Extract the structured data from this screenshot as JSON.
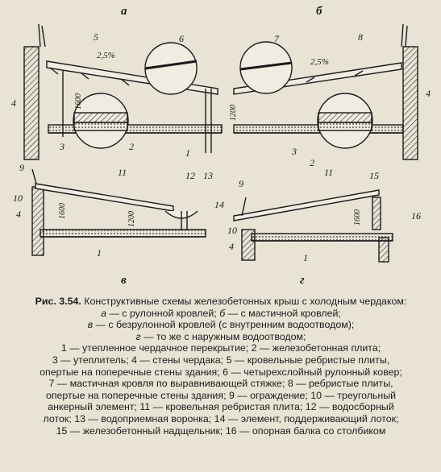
{
  "figure": {
    "sub_labels": {
      "a": "а",
      "b": "б",
      "v": "в",
      "g": "г"
    },
    "slope_a": "2,5%",
    "slope_b": "2,5%",
    "dim_a": "1600",
    "dim_b": "1200",
    "dim_v1": "1600",
    "dim_v2": "1200",
    "dim_g": "1600",
    "numbers": [
      "1",
      "2",
      "3",
      "4",
      "5",
      "6",
      "7",
      "8",
      "9",
      "10",
      "11",
      "12",
      "13",
      "14",
      "15",
      "16"
    ]
  },
  "caption": {
    "fig_no": "Рис. 3.54.",
    "title": " Конструктивные схемы железобетонных крыш с холодным чердаком:",
    "l1a": "а",
    "l1b": " — с рулонной кровлей; ",
    "l1c": "б",
    "l1d": " — с мастичной кровлей;",
    "l2a": "в",
    "l2b": " — с безрулонной кровлей (с внутренним водоотводом);",
    "l3a": "г",
    "l3b": " — то же с наружным водоотводом;",
    "l4": "1 — утепленное чердачное перекрытие; 2 — железобетонная плита;",
    "l5": "3 — утеплитель; 4 — стены чердака; 5 — кровельные ребристые плиты,",
    "l6": "опертые на поперечные стены здания; 6 — четырехслойный рулонный ковер;",
    "l7": "7 — мастичная кровля по выравнивающей стяжке; 8 — ребристые плиты,",
    "l8": "опертые на поперечные стены здания; 9 — ограждение; 10 — треугольный",
    "l9": "анкерный элемент; 11 — кровельная ребристая плита; 12 — водосборный",
    "l10": "лоток; 13 — водоприемная воронка; 14 — элемент, поддерживающий лоток;",
    "l11": "15 — железобетонный надщельник; 16 — опорная балка со столбиком"
  }
}
